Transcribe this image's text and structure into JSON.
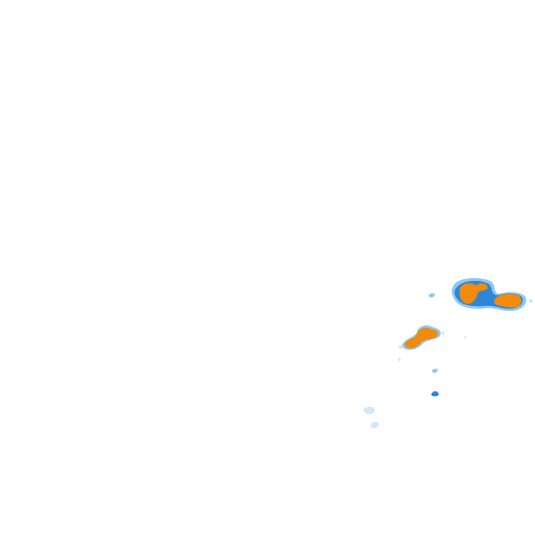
{
  "map": {
    "background": "#ffffff",
    "layer": "precipitation-radar-overlay",
    "palette": {
      "trace": "#cfe8fb",
      "light": "#8ec8f3",
      "moderate": "#2f86d6",
      "heavy": "#1a5fa8",
      "intense": "#f28a0c"
    },
    "echoes": [
      {
        "id": "cell-north-east",
        "intensity": "intense"
      },
      {
        "id": "cell-far-east",
        "intensity": "intense"
      },
      {
        "id": "cell-central",
        "intensity": "intense"
      },
      {
        "id": "fragments",
        "intensity": "light"
      }
    ]
  }
}
